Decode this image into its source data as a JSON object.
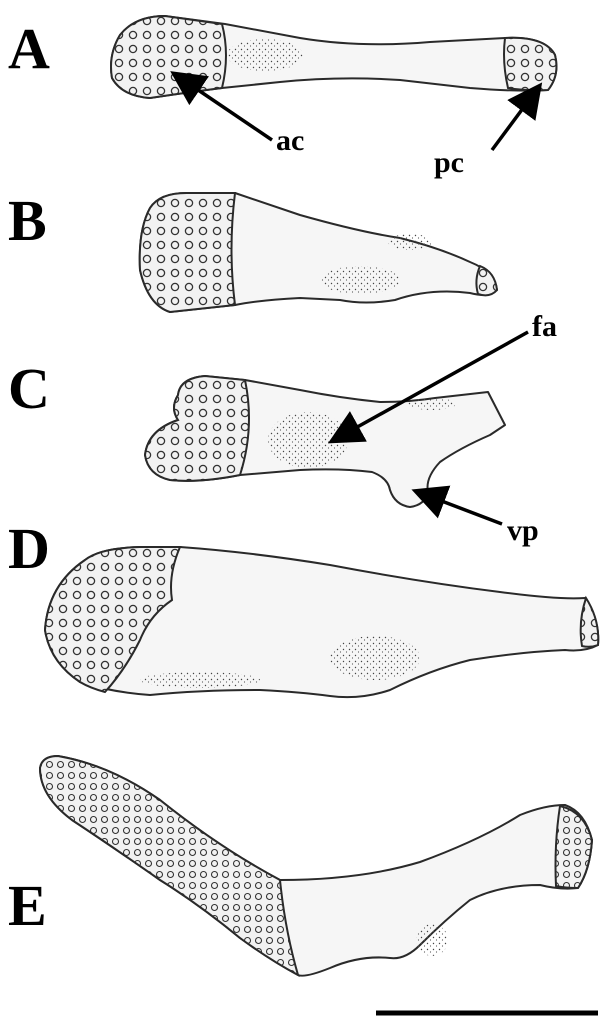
{
  "panels": [
    {
      "letter": "A"
    },
    {
      "letter": "B"
    },
    {
      "letter": "C"
    },
    {
      "letter": "D"
    },
    {
      "letter": "E"
    }
  ],
  "annotations": {
    "ac": "ac",
    "pc": "pc",
    "fa": "fa",
    "vp": "vp"
  }
}
